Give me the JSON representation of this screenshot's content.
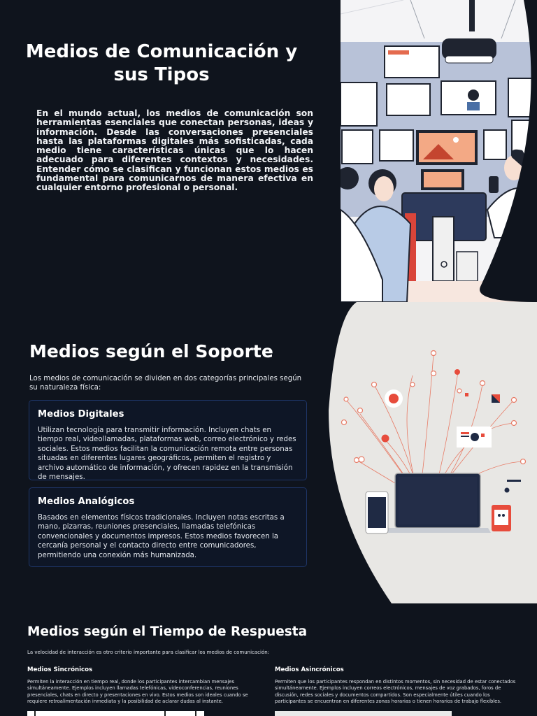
{
  "section_soporte_hero": {
    "title": "Medios de Comunicación y sus Tipos",
    "intro": "En el mundo actual, los medios de comunicación son herramientas esenciales que conectan personas, ideas y información. Desde las conversaciones presenciales hasta las plataformas digitales más sofisticadas, cada medio tiene características únicas que lo hacen adecuado para diferentes contextos y necesidades. Entender cómo se clasifican y funcionan estos medios es fundamental para comunicarnos de manera efectiva en cualquier entorno profesional o personal."
  },
  "section_soporte": {
    "title": "Medios según el Soporte",
    "intro": "Los medios de comunicación se dividen en dos categorías principales según su naturaleza física:",
    "cards": [
      {
        "title": "Medios Digitales",
        "text": "Utilizan tecnología para transmitir información. Incluyen chats en tiempo real, videollamadas, plataformas web, correo electrónico y redes sociales. Estos medios facilitan la comunicación remota entre personas situadas en diferentes lugares geográficos, permiten el registro y archivo automático de información, y ofrecen rapidez en la transmisión de mensajes."
      },
      {
        "title": "Medios Analógicos",
        "text": "Basados en elementos físicos tradicionales. Incluyen notas escritas a mano, pizarras, reuniones presenciales, llamadas telefónicas convencionales y documentos impresos. Estos medios favorecen la cercanía personal y el contacto directo entre comunicadores, permitiendo una conexión más humanizada."
      }
    ]
  },
  "section_tiempo": {
    "title": "Medios según el Tiempo de Respuesta",
    "intro": "La velocidad de interacción es otro criterio importante para clasificar los medios de comunicación:",
    "columns": [
      {
        "title": "Medios Sincrónicos",
        "text": "Permiten la interacción en tiempo real, donde los participantes intercambian mensajes simultáneamente. Ejemplos incluyen llamadas telefónicas, videoconferencias, reuniones presenciales, chats en directo y presentaciones en vivo. Estos medios son ideales cuando se requiere retroalimentación inmediata y la posibilidad de aclarar dudas al instante."
      },
      {
        "title": "Medios Asincrónicos",
        "text": "Permiten que los participantes respondan en distintos momentos, sin necesidad de estar conectados simultáneamente. Ejemplos incluyen correos electrónicos, mensajes de voz grabados, foros de discusión, redes sociales y documentos compartidos. Son especialmente útiles cuando los participantes se encuentran en diferentes zonas horarias o tienen horarios de trabajo flexibles."
      }
    ]
  },
  "colors": {
    "background": "#0f141d",
    "card_border": "#1e3566",
    "accent_red": "#e74c3c",
    "navy": "#1f2a44"
  }
}
